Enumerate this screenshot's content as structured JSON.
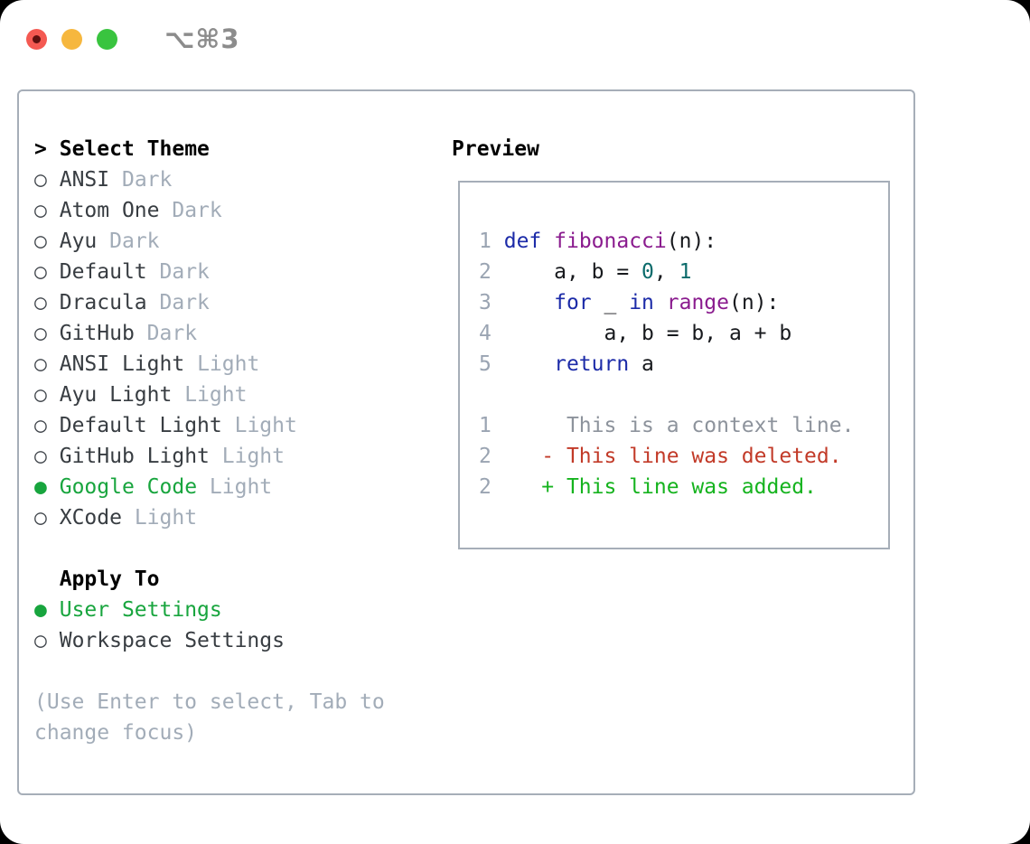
{
  "titlebar": {
    "shortcut": "⌥⌘3",
    "traffic_lights": [
      {
        "name": "close",
        "color": "#f45952"
      },
      {
        "name": "minimize",
        "color": "#f6b73e"
      },
      {
        "name": "zoom",
        "color": "#39c43f"
      }
    ]
  },
  "markers": {
    "prompt": ">",
    "selected": "●",
    "unselected": "○"
  },
  "theme_picker": {
    "title": "Select Theme",
    "items": [
      {
        "name": "ANSI",
        "variant": "Dark",
        "selected": false
      },
      {
        "name": "Atom One",
        "variant": "Dark",
        "selected": false
      },
      {
        "name": "Ayu",
        "variant": "Dark",
        "selected": false
      },
      {
        "name": "Default",
        "variant": "Dark",
        "selected": false
      },
      {
        "name": "Dracula",
        "variant": "Dark",
        "selected": false
      },
      {
        "name": "GitHub",
        "variant": "Dark",
        "selected": false
      },
      {
        "name": "ANSI Light",
        "variant": "Light",
        "selected": false
      },
      {
        "name": "Ayu Light",
        "variant": "Light",
        "selected": false
      },
      {
        "name": "Default Light",
        "variant": "Light",
        "selected": false
      },
      {
        "name": "GitHub Light",
        "variant": "Light",
        "selected": false
      },
      {
        "name": "Google Code",
        "variant": "Light",
        "selected": true
      },
      {
        "name": "XCode",
        "variant": "Light",
        "selected": false
      }
    ]
  },
  "apply_to": {
    "title": "Apply To",
    "items": [
      {
        "name": "User Settings",
        "selected": true
      },
      {
        "name": "Workspace Settings",
        "selected": false
      }
    ]
  },
  "help_text": "(Use Enter to select, Tab to change focus)",
  "preview": {
    "title": "Preview",
    "code_lines": [
      {
        "number": "1",
        "tokens": [
          {
            "t": " ",
            "c": "pln"
          },
          {
            "t": "def",
            "c": "kwd"
          },
          {
            "t": " ",
            "c": "pln"
          },
          {
            "t": "fibonacci",
            "c": "typ"
          },
          {
            "t": "(n):",
            "c": "pln"
          }
        ]
      },
      {
        "number": "2",
        "tokens": [
          {
            "t": "     a, b = ",
            "c": "pln"
          },
          {
            "t": "0",
            "c": "lit"
          },
          {
            "t": ", ",
            "c": "pln"
          },
          {
            "t": "1",
            "c": "lit"
          }
        ]
      },
      {
        "number": "3",
        "tokens": [
          {
            "t": "     ",
            "c": "pln"
          },
          {
            "t": "for",
            "c": "kwd"
          },
          {
            "t": " _ ",
            "c": "pln"
          },
          {
            "t": "in",
            "c": "kwd"
          },
          {
            "t": " ",
            "c": "pln"
          },
          {
            "t": "range",
            "c": "typ"
          },
          {
            "t": "(n):",
            "c": "pln"
          }
        ]
      },
      {
        "number": "4",
        "tokens": [
          {
            "t": "         a, b = b, a + b",
            "c": "pln"
          }
        ]
      },
      {
        "number": "5",
        "tokens": [
          {
            "t": "     ",
            "c": "pln"
          },
          {
            "t": "return",
            "c": "kwd"
          },
          {
            "t": " a",
            "c": "pln"
          }
        ]
      }
    ],
    "diff_lines": [
      {
        "number": "1",
        "marker": "",
        "kind": "context",
        "text": "This is a context line."
      },
      {
        "number": "2",
        "marker": "-",
        "kind": "deleted",
        "text": "This line was deleted."
      },
      {
        "number": "2",
        "marker": "+",
        "kind": "added",
        "text": "This line was added."
      }
    ]
  },
  "colors": {
    "traffic_red": "#f45952",
    "traffic_red_dot": "#5e100f",
    "traffic_yellow": "#f6b73e",
    "traffic_green": "#39c43f",
    "shortcut_gray": "#8c8c8c",
    "border_gray": "#a6aeb8",
    "text_dark": "#383d42",
    "muted_gray": "#a2acb8",
    "circle_gray": "#43484e",
    "ui_green": "#18a53e",
    "code_plain": "#17191d",
    "keyword_blue": "#1c2ba8",
    "function_purple": "#8a1b8e",
    "literal_teal": "#0b6b6b",
    "line_number_gray": "#9aa4b2",
    "context_gray": "#8d939c",
    "deleted_red": "#c23a28",
    "added_green": "#15b31e"
  }
}
